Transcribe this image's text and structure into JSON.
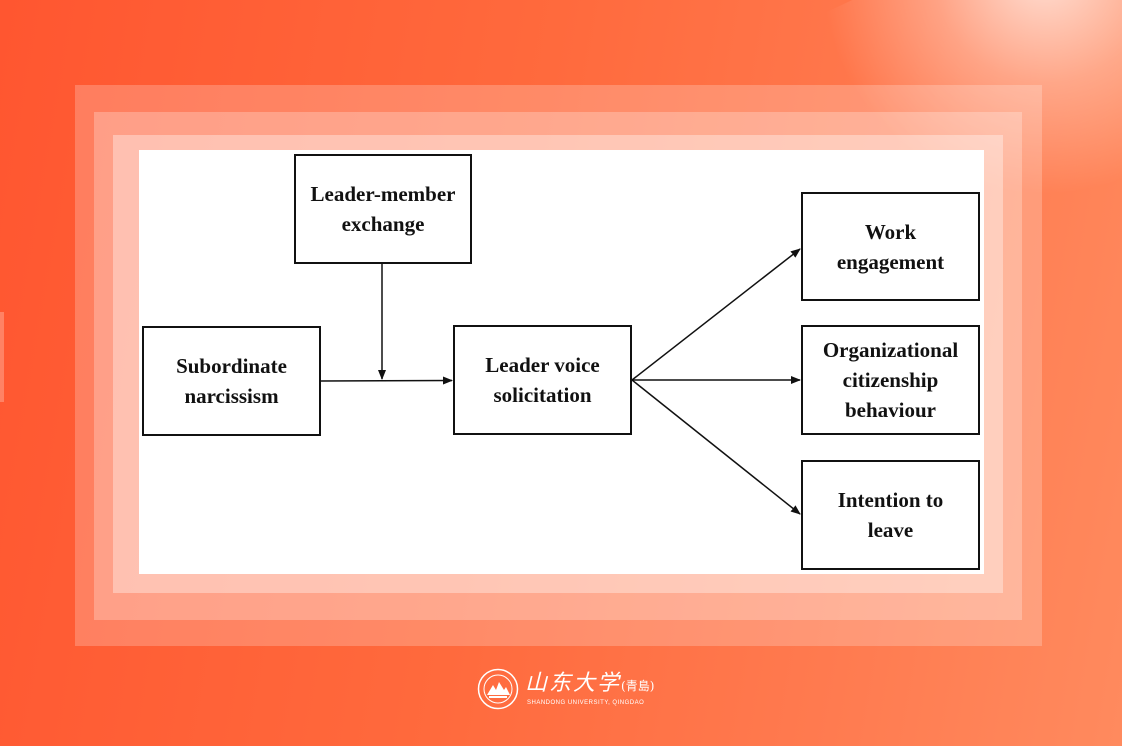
{
  "background": {
    "primary_color": "#ff5a32",
    "accent_color": "#ffffff"
  },
  "diagram": {
    "boxes": {
      "leader_member_exchange": {
        "line1": "Leader-member",
        "line2": "exchange"
      },
      "subordinate_narcissism": {
        "line1": "Subordinate",
        "line2": "narcissism"
      },
      "leader_voice_solicitation": {
        "line1": "Leader voice",
        "line2": "solicitation"
      },
      "work_engagement": {
        "line1": "Work",
        "line2": "engagement"
      },
      "organizational_citizenship_behaviour": {
        "line1": "Organizational",
        "line2": "citizenship",
        "line3": "behaviour"
      },
      "intention_to_leave": {
        "line1": "Intention to",
        "line2": "leave"
      }
    },
    "relations": [
      {
        "from": "Subordinate narcissism",
        "to": "Leader voice solicitation"
      },
      {
        "from": "Leader-member exchange",
        "to": "Subordinate narcissism → Leader voice solicitation path",
        "type": "moderation"
      },
      {
        "from": "Leader voice solicitation",
        "to": "Work engagement"
      },
      {
        "from": "Leader voice solicitation",
        "to": "Organizational citizenship behaviour"
      },
      {
        "from": "Leader voice solicitation",
        "to": "Intention to leave"
      }
    ]
  },
  "footer": {
    "logo_name": "shandong-university-seal-icon",
    "university_cn": "山东大学",
    "campus_cn": "(青島)",
    "university_en": "SHANDONG UNIVERSITY, QINGDAO"
  }
}
